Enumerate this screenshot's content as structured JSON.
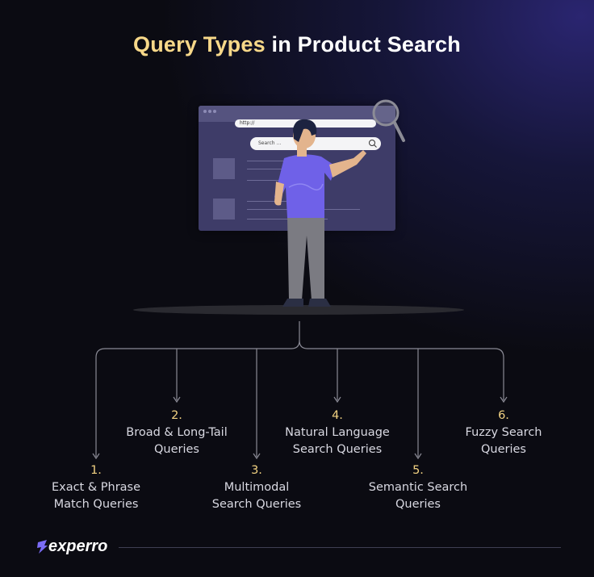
{
  "title": {
    "highlight": "Query Types",
    "rest": " in Product Search"
  },
  "browser": {
    "url_text": "http://",
    "search_placeholder": "Search ..."
  },
  "query_types": [
    {
      "number": "1.",
      "line1": "Exact & Phrase",
      "line2": "Match Queries"
    },
    {
      "number": "2.",
      "line1": "Broad & Long-Tail",
      "line2": "Queries"
    },
    {
      "number": "3.",
      "line1": "Multimodal",
      "line2": "Search Queries"
    },
    {
      "number": "4.",
      "line1": "Natural Language",
      "line2": "Search Queries"
    },
    {
      "number": "5.",
      "line1": "Semantic Search",
      "line2": "Queries"
    },
    {
      "number": "6.",
      "line1": "Fuzzy Search",
      "line2": "Queries"
    }
  ],
  "brand": {
    "name": "experro"
  },
  "colors": {
    "accent": "#f7d889",
    "shirt": "#6f61e8",
    "pants": "#7a7a80",
    "brand_icon": "#7b6cf6"
  }
}
